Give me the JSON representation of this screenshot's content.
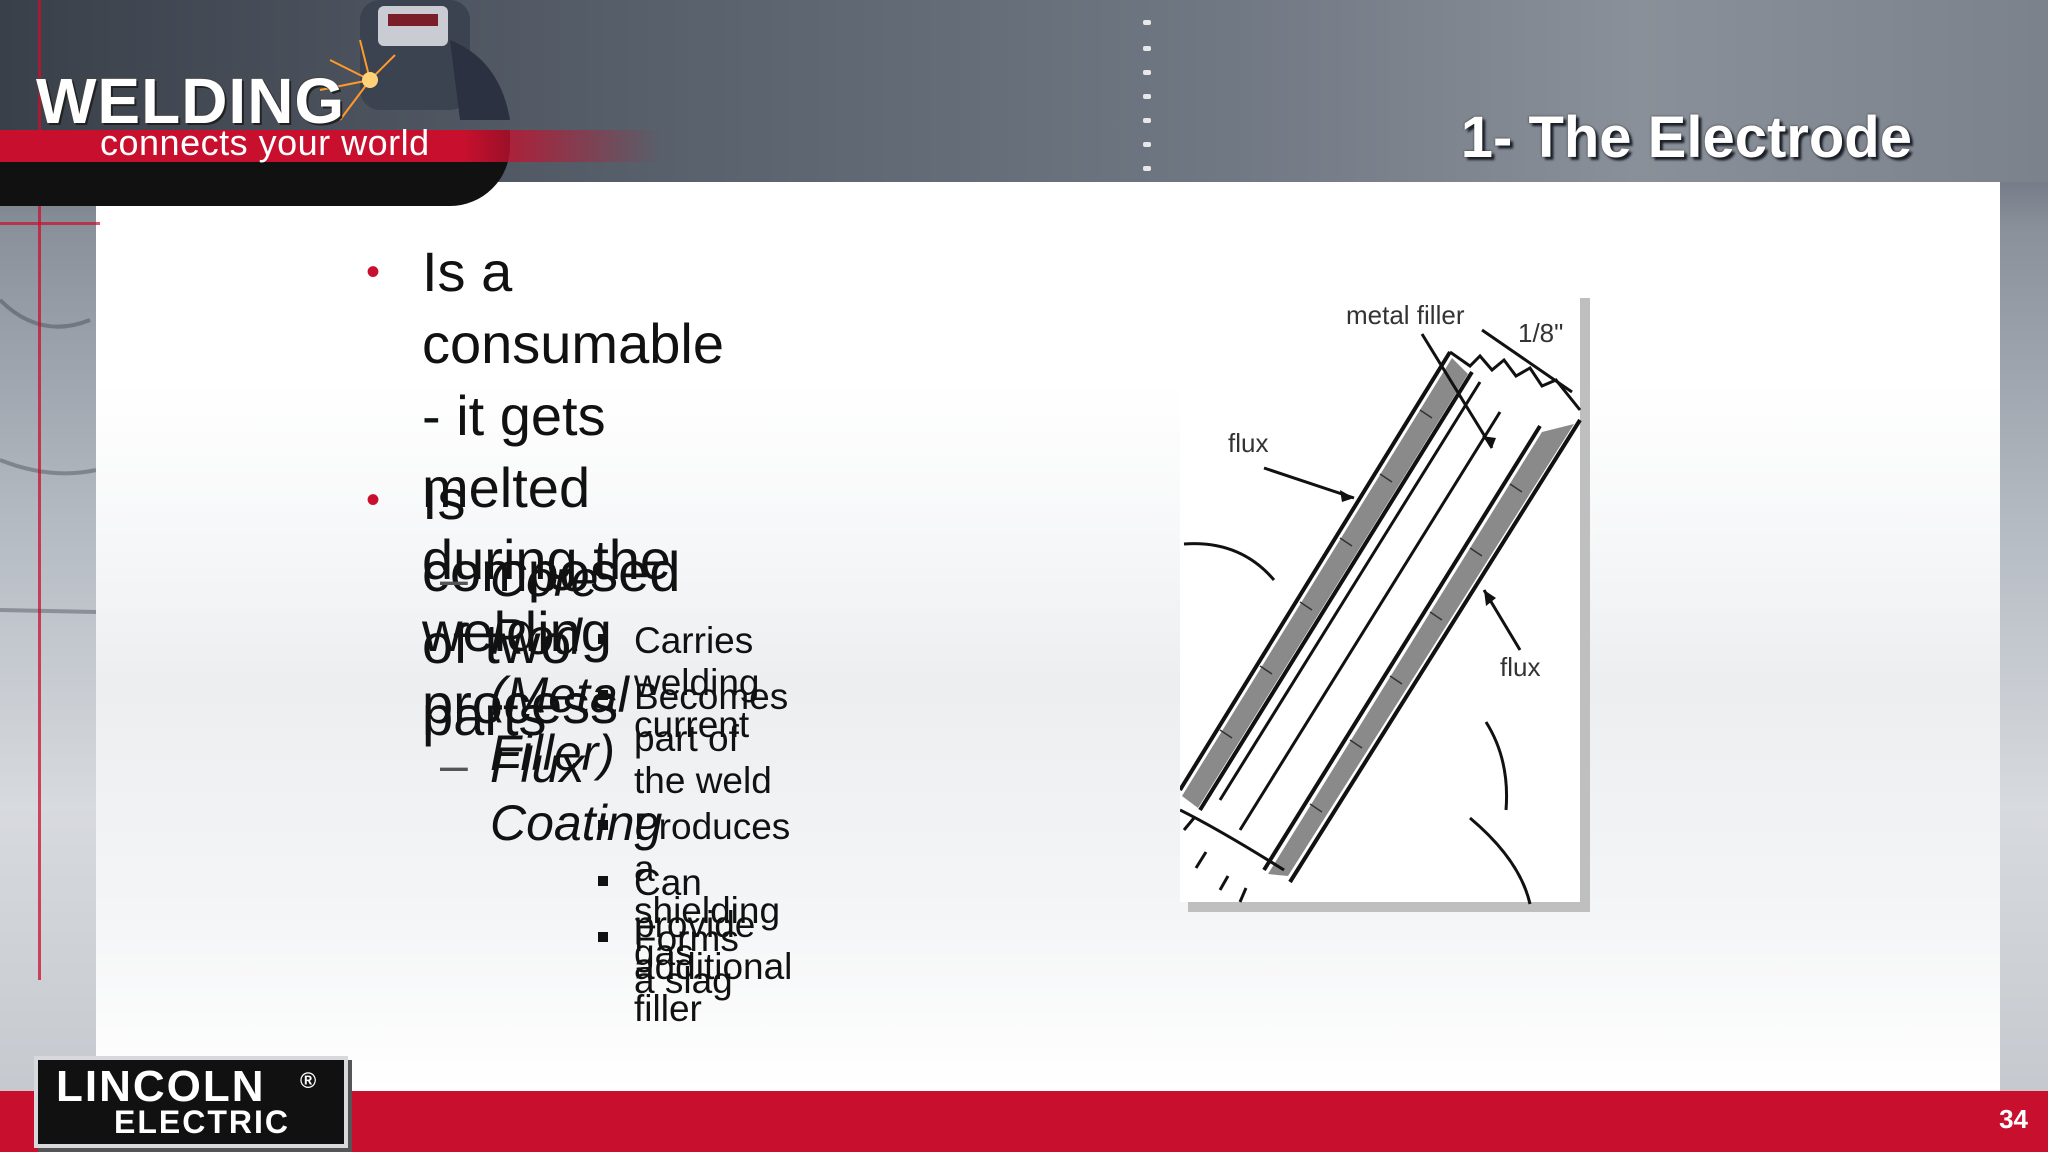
{
  "header": {
    "brand_title": "WELDING",
    "brand_subtitle": "connects your world",
    "slide_title": "1- The Electrode"
  },
  "content": {
    "bullets": [
      {
        "lines": [
          "Is a consumable - it gets",
          "melted during the welding",
          "process"
        ]
      },
      {
        "lines": [
          "Is composed of two parts"
        ]
      }
    ],
    "sub_items": [
      {
        "label": "Core Rod (Metal Filler)",
        "points": [
          "Carries welding current",
          "Becomes part of the weld"
        ]
      },
      {
        "label": "Flux Coating",
        "points": [
          "Produces a shielding gas",
          "Can provide additional filler",
          "Forms a slag"
        ]
      }
    ]
  },
  "diagram": {
    "labels": {
      "metal_filler": "metal filler",
      "size": "1/8\"",
      "flux_left": "flux",
      "flux_right": "flux"
    }
  },
  "footer": {
    "logo_top": "LINCOLN",
    "logo_bottom": "ELECTRIC",
    "registered": "®",
    "page_number": "34"
  },
  "colors": {
    "accent_red": "#c8102e",
    "text": "#111111"
  }
}
